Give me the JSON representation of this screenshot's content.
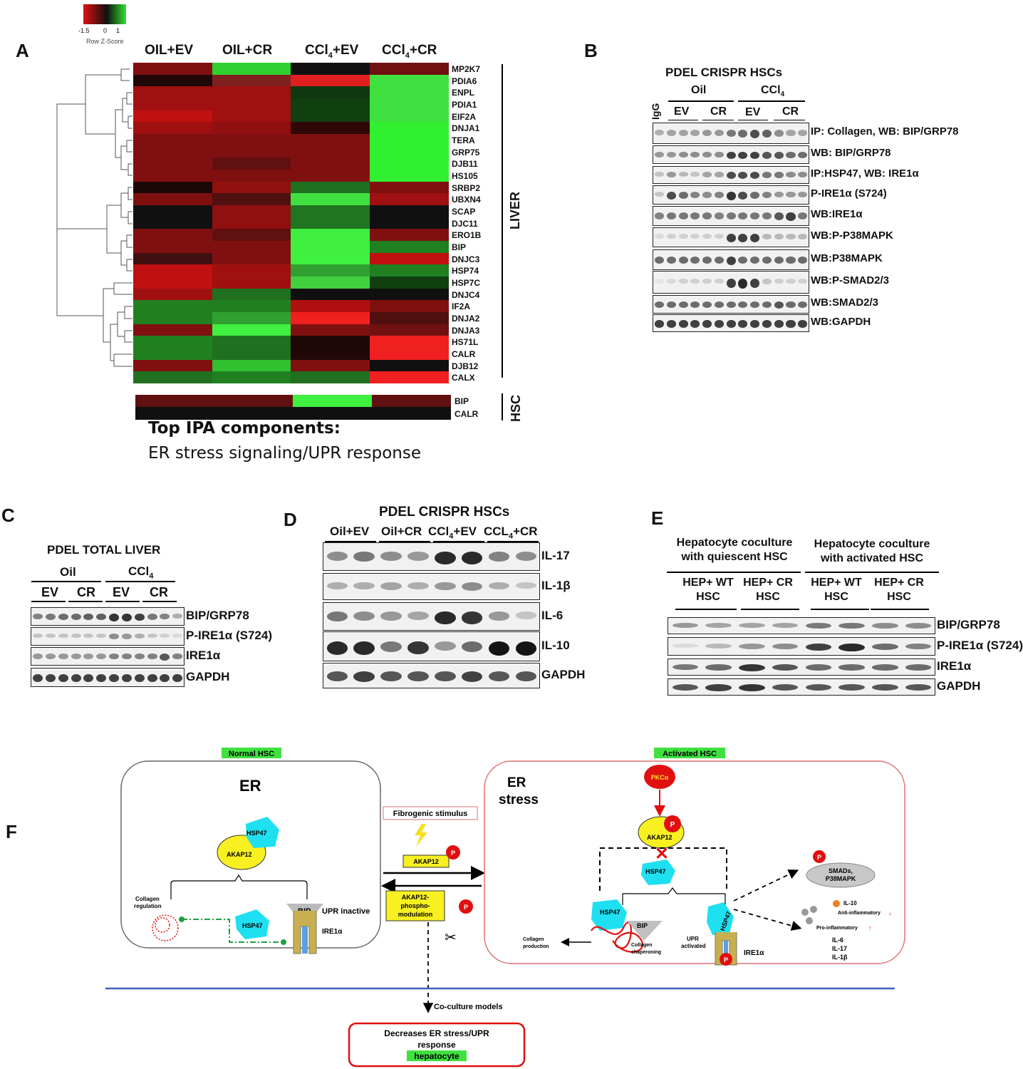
{
  "panel_a": {
    "label": "A",
    "colorkey": {
      "ticks": [
        "-1.5",
        "0",
        "1"
      ],
      "caption": "Row Z-Score"
    },
    "columns": [
      "OIL+EV",
      "OIL+CR",
      "CCl₄+EV",
      "CCl₄+CR"
    ],
    "liver_genes": [
      "MP2K7",
      "PDIA6",
      "ENPL",
      "PDIA1",
      "EIF2A",
      "DNJA1",
      "TERA",
      "GRP75",
      "DJB11",
      "HS105",
      "SRBP2",
      "UBXN4",
      "SCAP",
      "DJC11",
      "ERO1B",
      "BIP",
      "DNJC3",
      "HSP74",
      "HSP7C",
      "DNJC4",
      "IF2A",
      "DNJA2",
      "DNJA3",
      "HS71L",
      "CALR",
      "DJB12",
      "CALX"
    ],
    "liver_colors": [
      [
        "#801010",
        "#30d030",
        "#101010",
        "#701010"
      ],
      [
        "#200808",
        "#802020",
        "#e02020",
        "#40e040"
      ],
      [
        "#a01010",
        "#a01010",
        "#103810",
        "#40e040"
      ],
      [
        "#a01010",
        "#a01010",
        "#104010",
        "#40e040"
      ],
      [
        "#c01010",
        "#a01010",
        "#104010",
        "#40e040"
      ],
      [
        "#a01010",
        "#901010",
        "#300808",
        "#30f030"
      ],
      [
        "#801010",
        "#801010",
        "#801010",
        "#30f030"
      ],
      [
        "#801010",
        "#801010",
        "#801010",
        "#30f030"
      ],
      [
        "#801010",
        "#601010",
        "#801010",
        "#30f030"
      ],
      [
        "#801010",
        "#801010",
        "#801010",
        "#30f030"
      ],
      [
        "#1a0808",
        "#901010",
        "#207020",
        "#801010"
      ],
      [
        "#801010",
        "#501010",
        "#40e040",
        "#a01010"
      ],
      [
        "#101010",
        "#901010",
        "#207520",
        "#101010"
      ],
      [
        "#101010",
        "#901010",
        "#207520",
        "#101010"
      ],
      [
        "#801010",
        "#601010",
        "#40f040",
        "#801010"
      ],
      [
        "#801010",
        "#801010",
        "#40f040",
        "#208020"
      ],
      [
        "#401010",
        "#801010",
        "#40f040",
        "#c01010"
      ],
      [
        "#c01010",
        "#a01010",
        "#30a030",
        "#208020"
      ],
      [
        "#c01010",
        "#a01010",
        "#40d040",
        "#104010"
      ],
      [
        "#a01010",
        "#207020",
        "#101010",
        "#101010"
      ],
      [
        "#208020",
        "#208020",
        "#b01010",
        "#801010"
      ],
      [
        "#208020",
        "#30a030",
        "#f02020",
        "#501010"
      ],
      [
        "#801010",
        "#40f040",
        "#801010",
        "#701010"
      ],
      [
        "#208020",
        "#207020",
        "#200808",
        "#f02020"
      ],
      [
        "#208020",
        "#207020",
        "#200808",
        "#f02020"
      ],
      [
        "#801010",
        "#30c030",
        "#801010",
        "#101010"
      ],
      [
        "#207020",
        "#208020",
        "#207020",
        "#f02020"
      ]
    ],
    "hsc_genes": [
      "BIP",
      "CALR"
    ],
    "hsc_colors": [
      [
        "#601010",
        "#601010",
        "#40f040",
        "#601010"
      ],
      [
        "#101010",
        "#101010",
        "#101010",
        "#101010"
      ]
    ],
    "group_liver": "LIVER",
    "group_hsc": "HSC",
    "ipa_title": "Top IPA components:",
    "ipa_sub": "ER stress signaling/UPR response"
  },
  "panel_b": {
    "label": "B",
    "title": "PDEL CRISPR HSCs",
    "igg": "IgG",
    "groups": [
      "Oil",
      "CCl₄"
    ],
    "sub": [
      "EV",
      "CR",
      "EV",
      "CR"
    ],
    "rows": [
      "IP: Collagen, WB: BIP/GRP78",
      "WB: BIP/GRP78",
      "IP:HSP47, WB: IRE1α",
      "P-IRE1α (S724)",
      "WB:IRE1α",
      "WB:P-P38MAPK",
      "WB:P38MAPK",
      "WB:P-SMAD2/3",
      "WB:SMAD2/3",
      "WB:GAPDH"
    ]
  },
  "panel_c": {
    "label": "C",
    "title": "PDEL TOTAL LIVER",
    "groups": [
      "Oil",
      "CCl₄"
    ],
    "sub": [
      "EV",
      "CR",
      "EV",
      "CR"
    ],
    "rows": [
      "BIP/GRP78",
      "P-IRE1α (S724)",
      "IRE1α",
      "GAPDH"
    ]
  },
  "panel_d": {
    "label": "D",
    "title": "PDEL CRISPR HSCs",
    "groups": [
      "Oil+EV",
      "Oil+CR",
      "CCl₄+EV",
      "CCL₄+CR"
    ],
    "rows": [
      "IL-17",
      "IL-1β",
      "IL-6",
      "IL-10",
      "GAPDH"
    ]
  },
  "panel_e": {
    "label": "E",
    "groups": [
      "Hepatocyte coculture with quiescent HSC",
      "Hepatocyte coculture with activated HSC"
    ],
    "sub": [
      "HEP+ WT HSC",
      "HEP+ CR HSC",
      "HEP+ WT HSC",
      "HEP+ CR HSC"
    ],
    "rows": [
      "BIP/GRP78",
      "P-IRE1α (S724)",
      "IRE1α",
      "GAPDH"
    ]
  },
  "panel_f": {
    "label": "F",
    "normal_tag": "Normal HSC",
    "activated_tag": "Activated HSC",
    "er": "ER",
    "er_stress_1": "ER",
    "er_stress_2": "stress",
    "hsp47": "HSP47",
    "akap12": "AKAP12",
    "collagen_regulation_1": "Collagen",
    "collagen_regulation_2": "regulation",
    "bip": "BIP",
    "upr_inactive": "UPR inactive",
    "ire1a": "IRE1α",
    "fibrogenic": "Fibrogenic stimulus",
    "p": "P",
    "akap_phospho_1": "AKAP12-",
    "akap_phospho_2": "phospho-",
    "akap_phospho_3": "modulation",
    "pkca": "PKCα",
    "smads_1": "SMADs,",
    "smads_2": "P38MAPK",
    "il10": "IL-10",
    "anti_inflammatory": "Anti-inflammatory",
    "pro_inflammatory": "Pro-inflammatory",
    "il6": "IL-6",
    "il17": "IL-17",
    "il1b": "IL-1β",
    "collagen_production_1": "Collagen",
    "collagen_production_2": "production",
    "collagen_chaperoning_1": "Collagen",
    "collagen_chaperoning_2": "chaperoning",
    "upr_activated_1": "UPR",
    "upr_activated_2": "activated",
    "coculture": "Co-culture models",
    "decrease_1": "Decreases ER stress/UPR",
    "decrease_2": "response",
    "decrease_3": "hepatocyte",
    "colors": {
      "cyan": "#1fe0f0",
      "yellow": "#f8f020",
      "red": "#e01010",
      "green": "#40e040"
    }
  }
}
